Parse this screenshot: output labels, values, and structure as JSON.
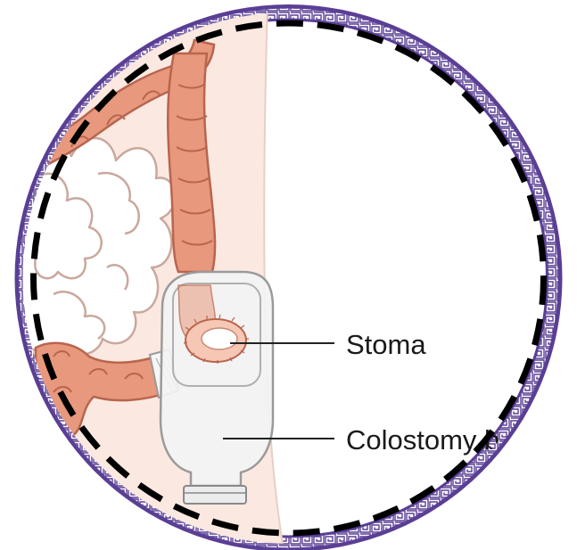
{
  "labels": {
    "stoma": "Stoma",
    "colostomy": "Colostomy b"
  },
  "colors": {
    "border_purple": "#5a3f95",
    "dashed_ring": "#000000",
    "skin": "#fbe9e1",
    "intestine_fill": "#ffffff",
    "intestine_stroke": "#c9a89d",
    "colon_fill": "#e8987c",
    "colon_stroke": "#b8654f",
    "bag_fill": "#f3f3f4",
    "bag_stroke": "#9a9a9a"
  },
  "icons": {
    "frame": "circular-patterned-border",
    "ring": "dashed-circle",
    "bag": "colostomy-bag-icon"
  }
}
